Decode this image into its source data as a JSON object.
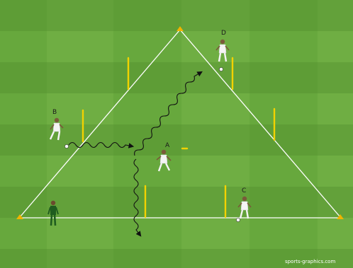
{
  "diagram": {
    "pitch_colors": {
      "grass_light": "#6fae43",
      "grass_dark": "#5e9e36",
      "line": "#ffffff",
      "pole": "#f2d200",
      "cone": "#f0b400",
      "path": "#111111",
      "player_kit": "#f4f4f4",
      "player_skin": "#7a5a3a",
      "coach_kit": "#1f5c1f"
    },
    "players": [
      {
        "id": "A",
        "label": "A"
      },
      {
        "id": "B",
        "label": "B"
      },
      {
        "id": "C",
        "label": "C"
      },
      {
        "id": "D",
        "label": "D"
      }
    ],
    "coach": {
      "icon": "coach-figure"
    },
    "watermark": "sports-graphics.com"
  }
}
